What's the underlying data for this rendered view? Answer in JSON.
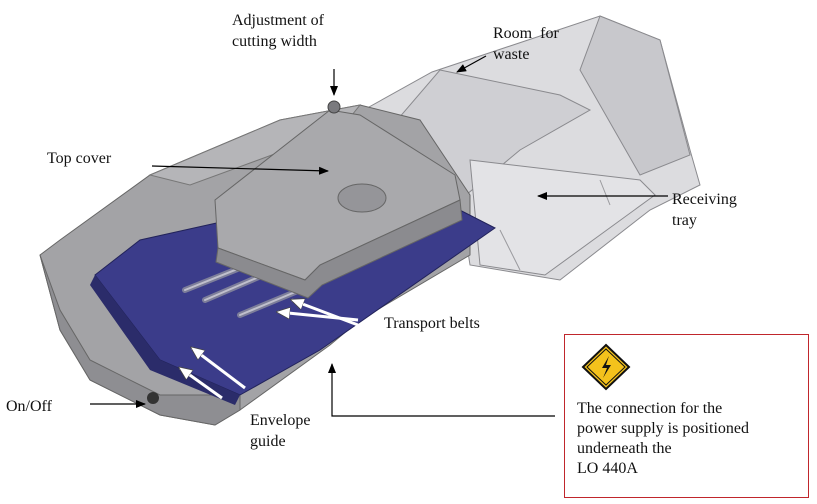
{
  "labels": {
    "adjustment": [
      "Adjustment of",
      "cutting width"
    ],
    "room": [
      "Room  for",
      "waste"
    ],
    "top_cover": "Top cover",
    "receiving": [
      "Receiving",
      "tray"
    ],
    "transport": "Transport belts",
    "onoff": "On/Off",
    "envelope": [
      "Envelope",
      "guide"
    ]
  },
  "warning": {
    "icon": "high-voltage-warning-icon",
    "lines": [
      "The connection for the",
      "power supply is positioned",
      "underneath the",
      "LO 440A"
    ]
  },
  "colors": {
    "guide_blue": "#3b3c8a",
    "body_gray": "#a6a6a8",
    "tray_gray": "#d3d3d6",
    "warning_yellow": "#f4c21c",
    "box_border": "#c0262c"
  }
}
